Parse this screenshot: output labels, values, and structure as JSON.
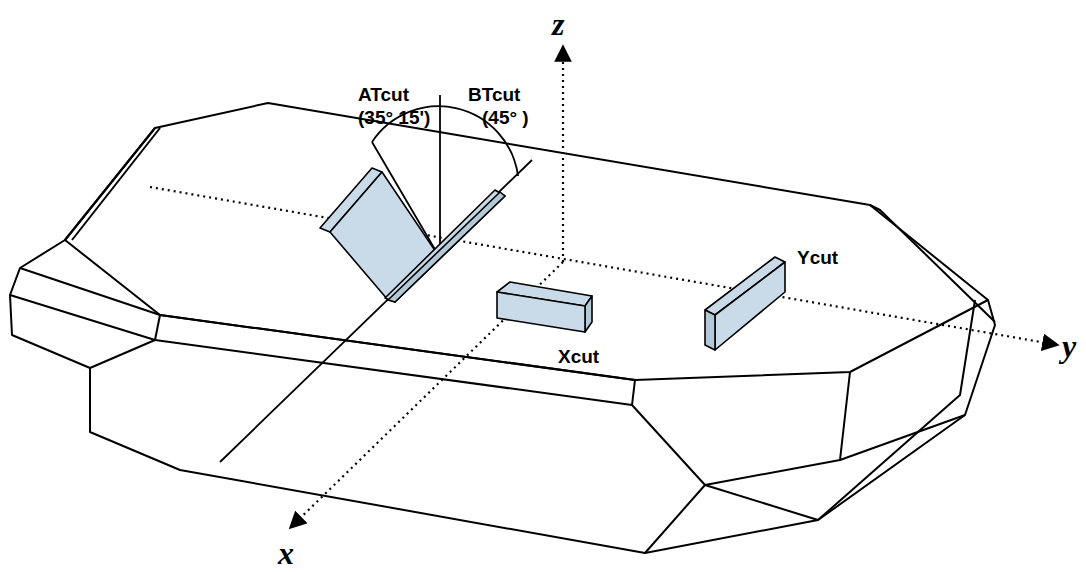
{
  "diagram": {
    "labels": [
      "z",
      "x",
      "y",
      "ATcut",
      "(35° 15')",
      "BTcut",
      "(45° )",
      "Xcut",
      "Ycut"
    ]
  }
}
